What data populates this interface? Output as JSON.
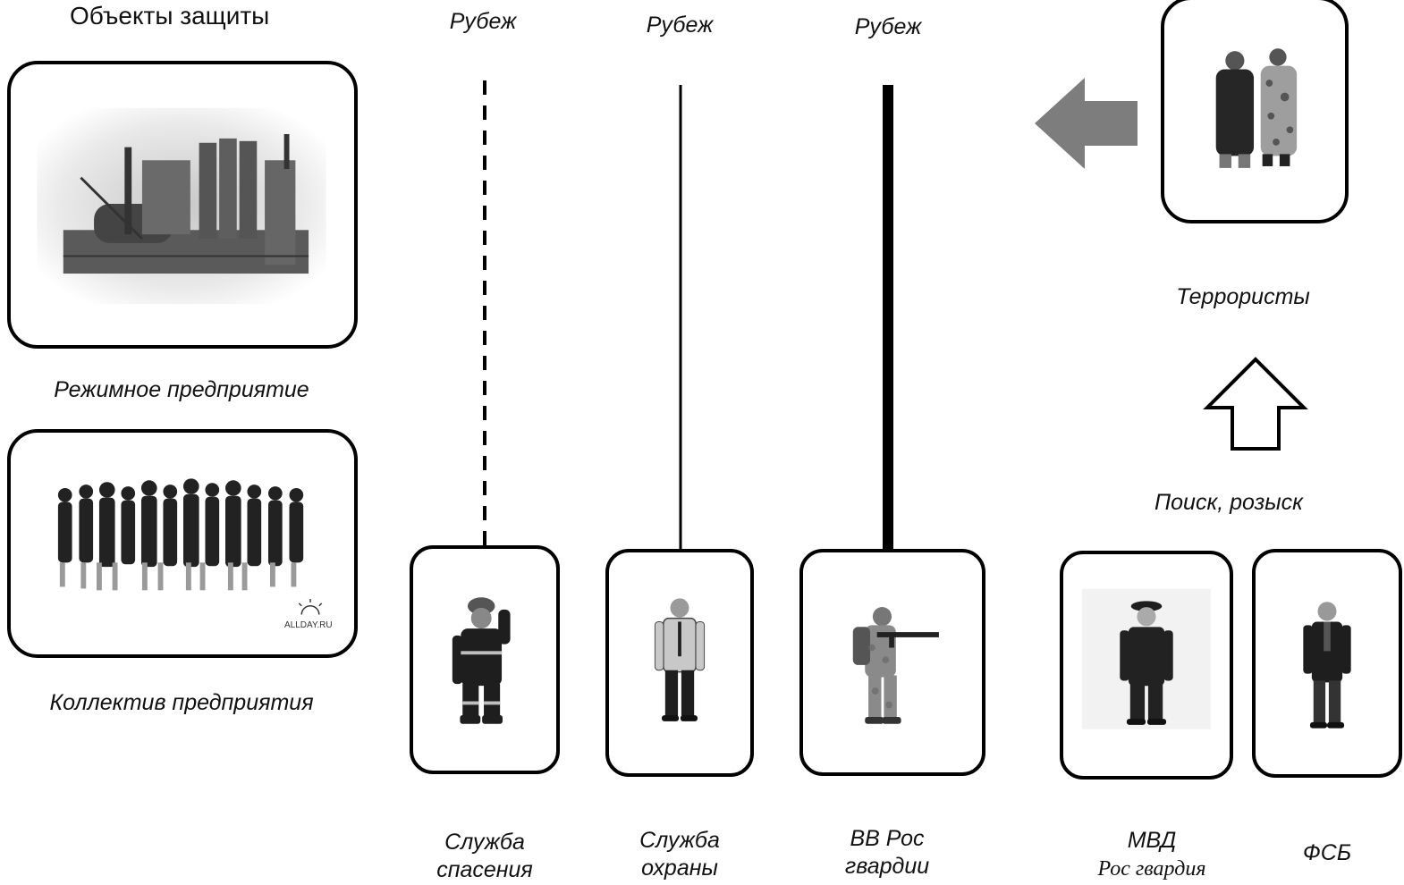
{
  "header": {
    "title": "Объекты защиты"
  },
  "boundaries": [
    {
      "label": "Рубеж",
      "style": "dashed"
    },
    {
      "label": "Рубеж",
      "style": "thin"
    },
    {
      "label": "Рубеж",
      "style": "thick"
    }
  ],
  "protected_objects": {
    "enterprise": {
      "caption": "Режимное предприятие",
      "icon": "factory-icon"
    },
    "staff": {
      "caption": "Коллектив предприятия",
      "icon": "crowd-icon",
      "watermark": "ALLDAY.RU"
    }
  },
  "services": {
    "rescue": {
      "line1": "Служба",
      "line2": "спасения",
      "icon": "firefighter-icon"
    },
    "guard": {
      "line1": "Служба",
      "line2": "охраны",
      "icon": "security-guard-icon"
    },
    "troops": {
      "line1": "ВВ Рос",
      "line2": "гвардии",
      "icon": "soldier-icon"
    },
    "mvd": {
      "line1": "МВД",
      "line2": "Рос гвардия",
      "icon": "police-officer-icon"
    },
    "fsb": {
      "line1": "ФСБ",
      "icon": "agent-icon"
    }
  },
  "threat": {
    "caption": "Террористы",
    "icon": "terrorists-icon"
  },
  "search": {
    "caption": "Поиск, розыск"
  },
  "colors": {
    "arrow_fill": "#7d7d7d",
    "outline": "#000000",
    "background": "#ffffff"
  }
}
